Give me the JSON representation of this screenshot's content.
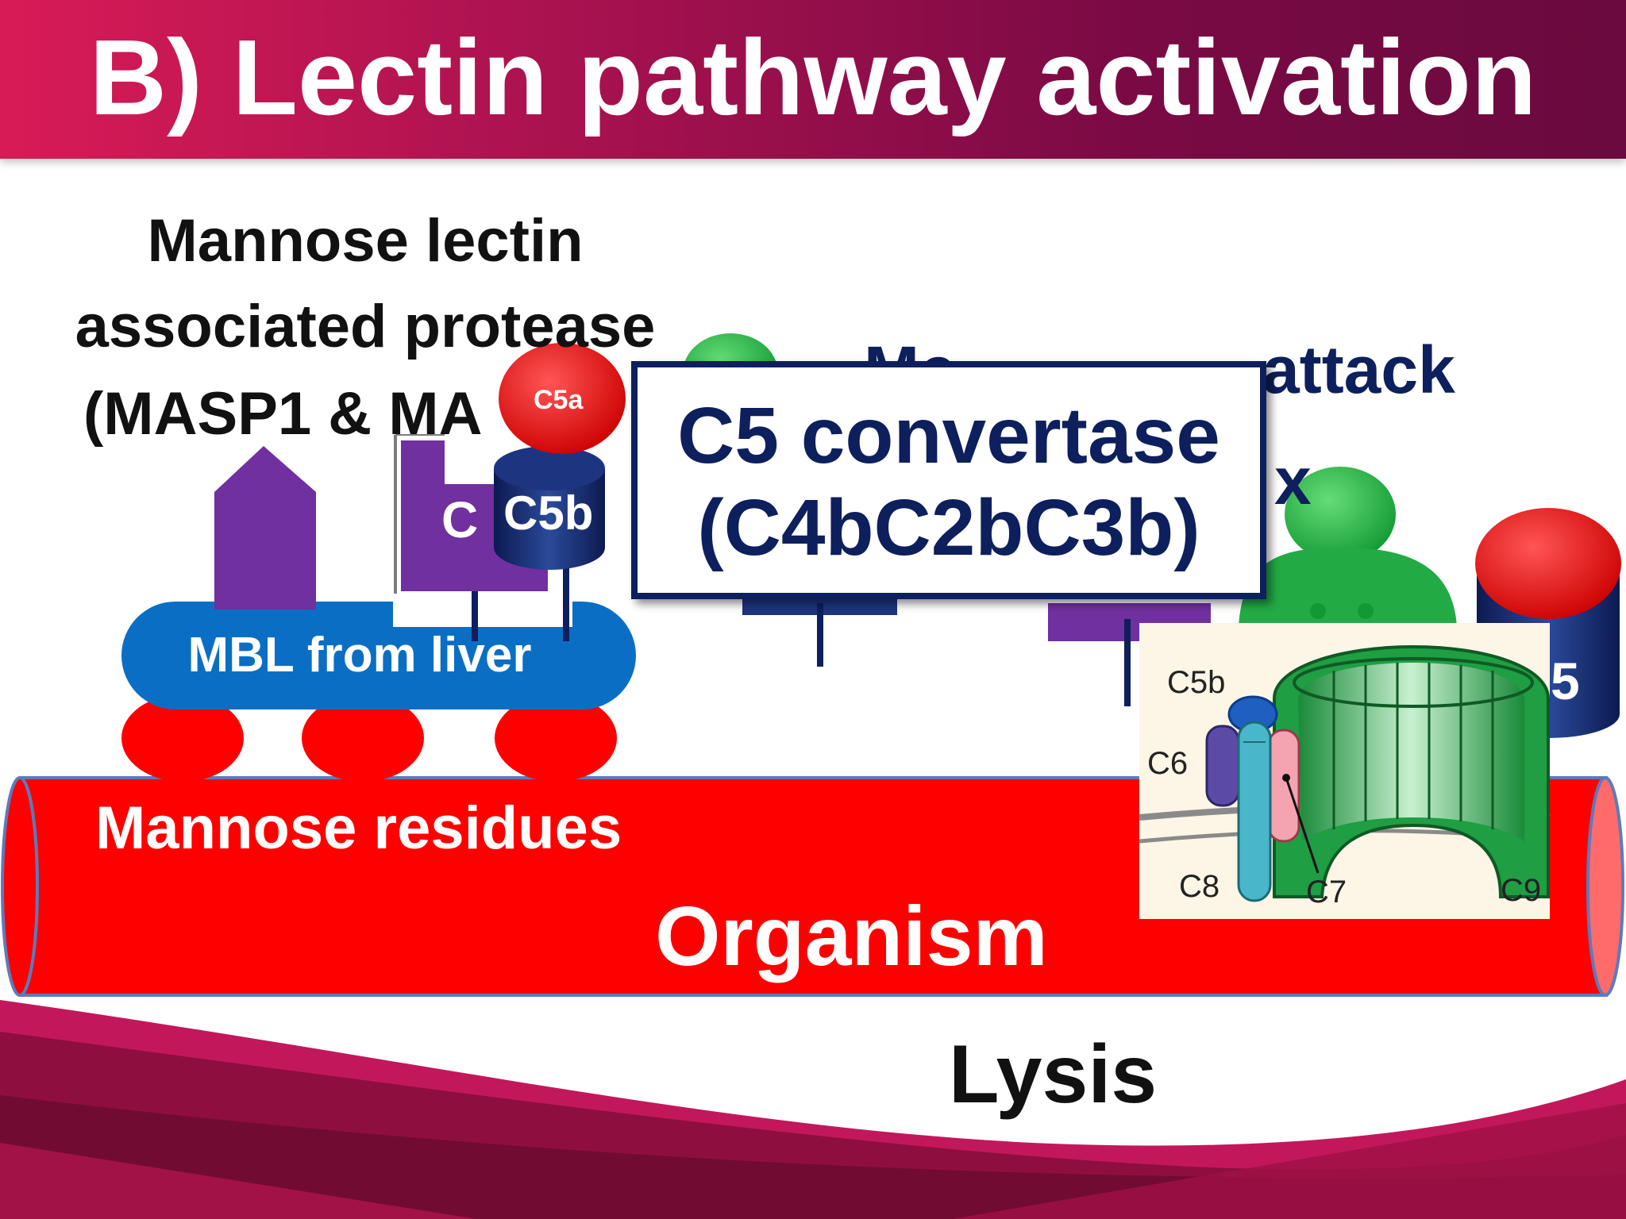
{
  "slide": {
    "title": "B) Lectin pathway activation"
  },
  "labels": {
    "masp_line1": "Mannose lectin",
    "masp_line2": "associated protease",
    "masp_line3": "(MASP1 & MA",
    "mac_line1": "Me",
    "mac_line2": "attack",
    "mac_line3": "x",
    "mbl": "MBL from liver",
    "mannose_residues": "Mannose residues",
    "organism": "Organism",
    "lysis": "Lysis",
    "c5a": "C5a",
    "c5b_top": "C5b",
    "c4_partial": "C",
    "c5_partial": "5"
  },
  "callout": {
    "line1": "C5 convertase",
    "line2": "(C4bC2bC3b)"
  },
  "mac_inset": {
    "c5b": "C5b",
    "c6": "C6",
    "c7": "C7",
    "c8": "C8",
    "c9": "C9"
  },
  "colors": {
    "title_bar": "#a8124f",
    "organism_red": "#ff0000",
    "mbl_blue": "#0a6fc4",
    "navy": "#0d1f5c",
    "purple": "#7030a0",
    "green": "#22aa44"
  }
}
